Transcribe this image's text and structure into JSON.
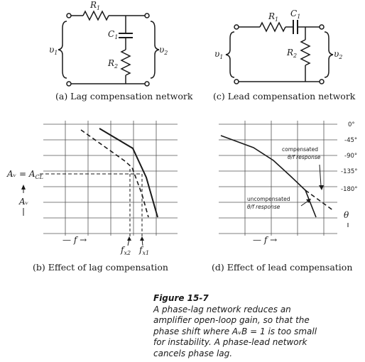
{
  "circuit_a": {
    "r1": "R",
    "r1_sub": "1",
    "c1": "C",
    "c1_sub": "1",
    "r2": "R",
    "r2_sub": "2",
    "vin": "υ",
    "vin_sub": "1",
    "vout": "υ",
    "vout_sub": "2",
    "caption": "(a)  Lag  compensation  network"
  },
  "circuit_c": {
    "r1": "R",
    "r1_sub": "1",
    "c1": "C",
    "c1_sub": "1",
    "r2": "R",
    "r2_sub": "2",
    "vin": "υ",
    "vin_sub": "1",
    "vout": "υ",
    "vout_sub": "2",
    "caption": "(c)  Lead  compensation  network"
  },
  "graph_b": {
    "av_acl": "Aᵥ = A",
    "av_acl_sub": "CL",
    "av_axis": "Aᵥ",
    "f_axis": "— f →",
    "fx2": "f",
    "fx2_sub": "x2",
    "fx1": "f",
    "fx1_sub": "x1",
    "caption": "(b)  Effect  of  lag  compensation"
  },
  "graph_d": {
    "angles": [
      "0°",
      "-45°",
      "-90°",
      "-135°",
      "-180°"
    ],
    "compensated_line1": "compensated",
    "compensated_line2": "θ/f  response",
    "uncompensated_line1": "uncompensated",
    "uncompensated_line2": "θ/f  response",
    "theta_axis": "θ",
    "f_axis": "— f →",
    "caption": "(d)  Effect  of  lead  compensation"
  },
  "figure": {
    "title": "Figure   15-7",
    "text": "A phase-lag network reduces an amplifier open-loop gain, so that the phase shift where AᵥB = 1 is too small for instability. A phase-lead network cancels phase lag."
  }
}
